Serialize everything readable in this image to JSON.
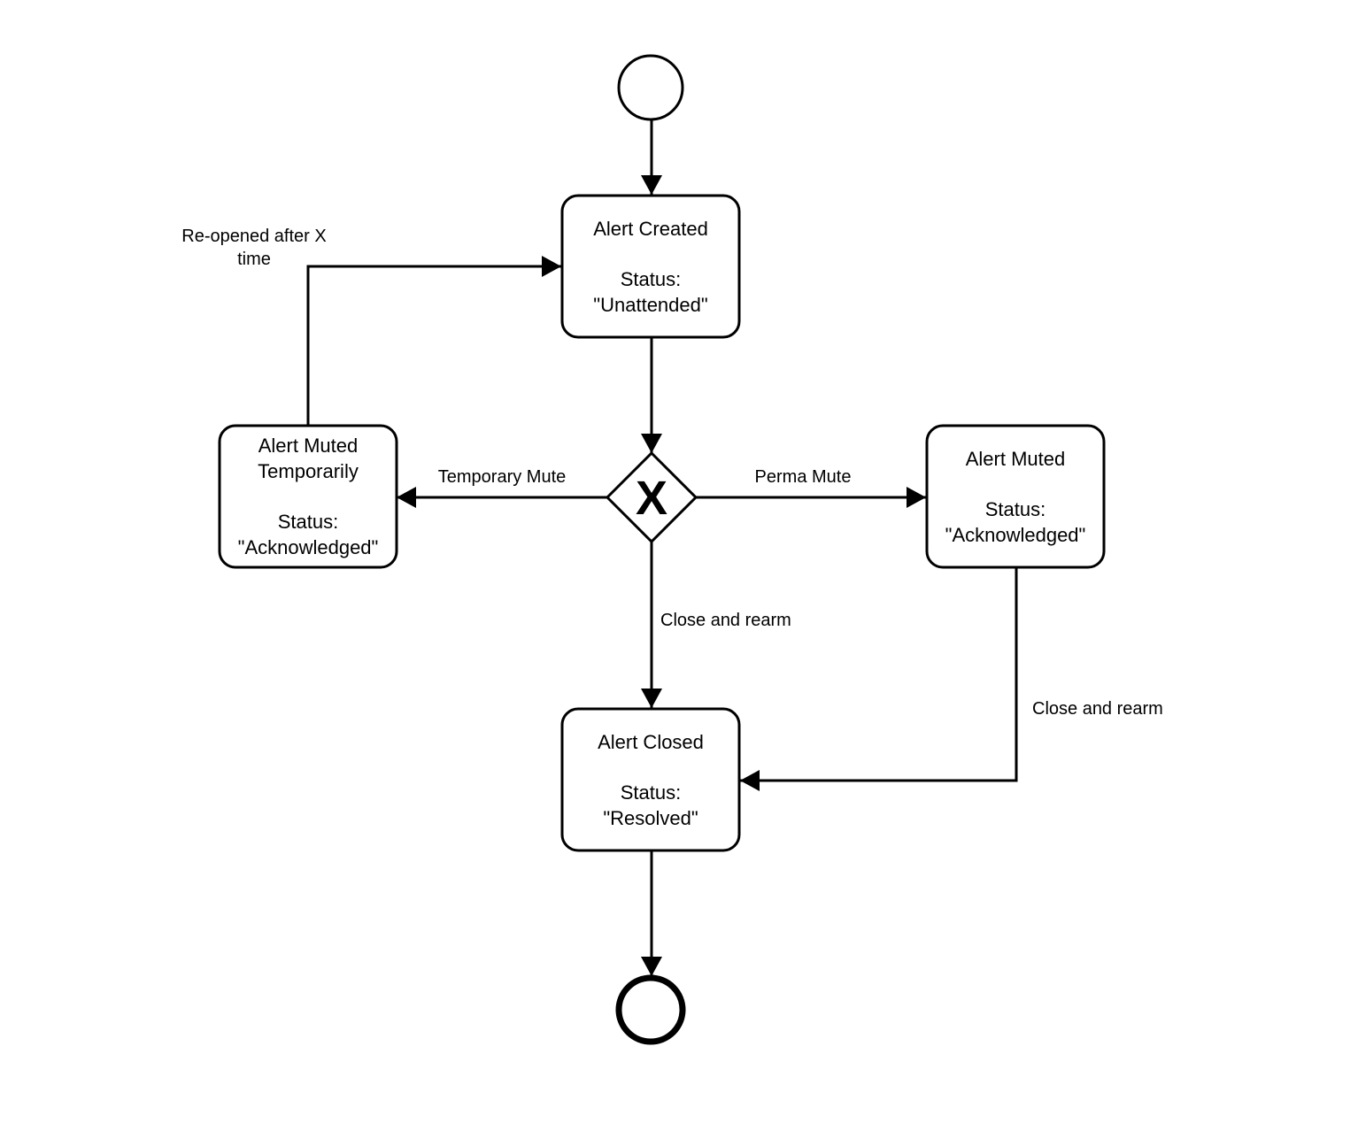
{
  "diagram": {
    "colors": {
      "stroke": "#000000",
      "fill": "#ffffff",
      "text": "#000000"
    },
    "nodes": {
      "alert_created": {
        "title": "Alert Created",
        "status_label": "Status:",
        "status_value": "\"Unattended\""
      },
      "alert_muted_temp": {
        "title_line1": "Alert Muted",
        "title_line2": "Temporarily",
        "status_label": "Status:",
        "status_value": "\"Acknowledged\""
      },
      "alert_muted_perma": {
        "title": "Alert Muted",
        "status_label": "Status:",
        "status_value": "\"Acknowledged\""
      },
      "alert_closed": {
        "title": "Alert Closed",
        "status_label": "Status:",
        "status_value": "\"Resolved\""
      },
      "gateway": {
        "symbol": "X"
      }
    },
    "edges": {
      "reopened": {
        "line1": "Re-opened after X",
        "line2": "time"
      },
      "temporary_mute": "Temporary Mute",
      "perma_mute": "Perma Mute",
      "close_rearm_center": "Close and rearm",
      "close_rearm_right": "Close and rearm"
    }
  }
}
